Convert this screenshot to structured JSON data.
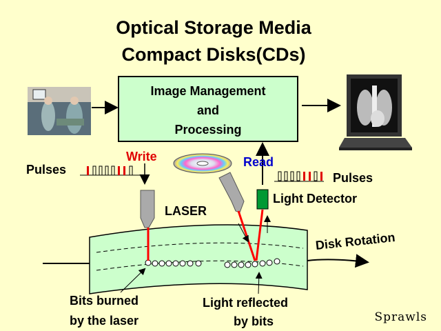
{
  "title": {
    "line1": "Optical Storage Media",
    "line2": "Compact Disks(CDs)"
  },
  "processing_box": {
    "line1": "Image Management",
    "line2": "and",
    "line3": "Processing"
  },
  "labels": {
    "write": "Write",
    "read": "Read",
    "pulses_left": "Pulses",
    "pulses_right": "Pulses",
    "laser": "LASER",
    "light_detector": "Light Detector",
    "disk_rotation": "Disk Rotation",
    "bits_burned_1": "Bits burned",
    "bits_burned_2": "by the laser",
    "light_reflected_1": "Light reflected",
    "light_reflected_2": "by bits",
    "signature": "Sprawls"
  },
  "colors": {
    "background": "#ffffcc",
    "box_fill": "#ccffcc",
    "write_color": "#e00000",
    "read_color": "#0000cc",
    "detector_green": "#009933",
    "laser_red": "#ff0000"
  },
  "icons": [
    "surgery-photo",
    "monitor-xray-icon",
    "cd-disc-icon"
  ]
}
